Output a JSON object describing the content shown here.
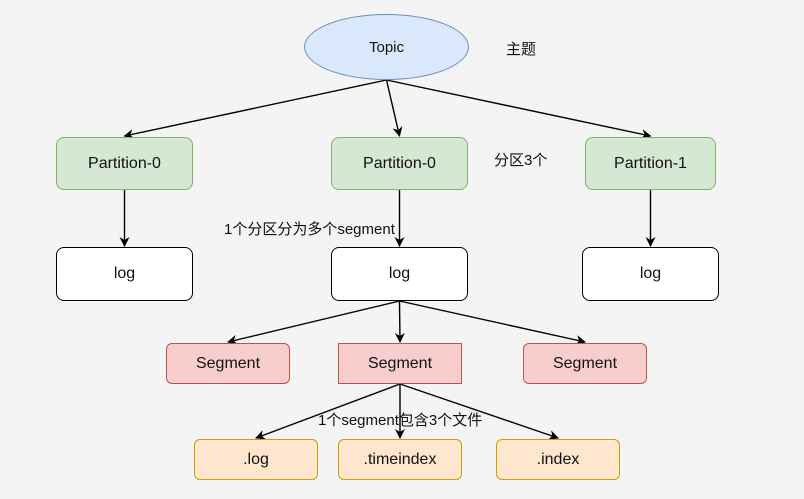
{
  "colors": {
    "topic_fill": "#dae8fc",
    "topic_stroke": "#6c8ebf",
    "partition_fill": "#d5e8d4",
    "partition_stroke": "#82b366",
    "log_fill": "#ffffff",
    "log_stroke": "#000000",
    "segment_fill": "#f8cecc",
    "segment_stroke": "#b85450",
    "file_fill": "#ffe6cc",
    "file_stroke": "#d79b00",
    "edge": "#000000"
  },
  "nodes": {
    "topic": "Topic",
    "partition_left": "Partition-0",
    "partition_middle": "Partition-0",
    "partition_right": "Partition-1",
    "log_left": "log",
    "log_middle": "log",
    "log_right": "log",
    "segment_left": "Segment",
    "segment_middle": "Segment",
    "segment_right": "Segment",
    "file_log": ".log",
    "file_timeindex": ".timeindex",
    "file_index": ".index"
  },
  "annotations": {
    "topic_note": "主题",
    "partition_note": "分区3个",
    "segment_note": "1个分区分为多个segment",
    "file_note": "1个segment包含3个文件"
  },
  "edges": [
    [
      "topic",
      "partition_left"
    ],
    [
      "topic",
      "partition_middle"
    ],
    [
      "topic",
      "partition_right"
    ],
    [
      "partition_left",
      "log_left"
    ],
    [
      "partition_middle",
      "log_middle"
    ],
    [
      "partition_right",
      "log_right"
    ],
    [
      "log_middle",
      "segment_left"
    ],
    [
      "log_middle",
      "segment_middle"
    ],
    [
      "log_middle",
      "segment_right"
    ],
    [
      "segment_middle",
      "file_log"
    ],
    [
      "segment_middle",
      "file_timeindex"
    ],
    [
      "segment_middle",
      "file_index"
    ]
  ]
}
